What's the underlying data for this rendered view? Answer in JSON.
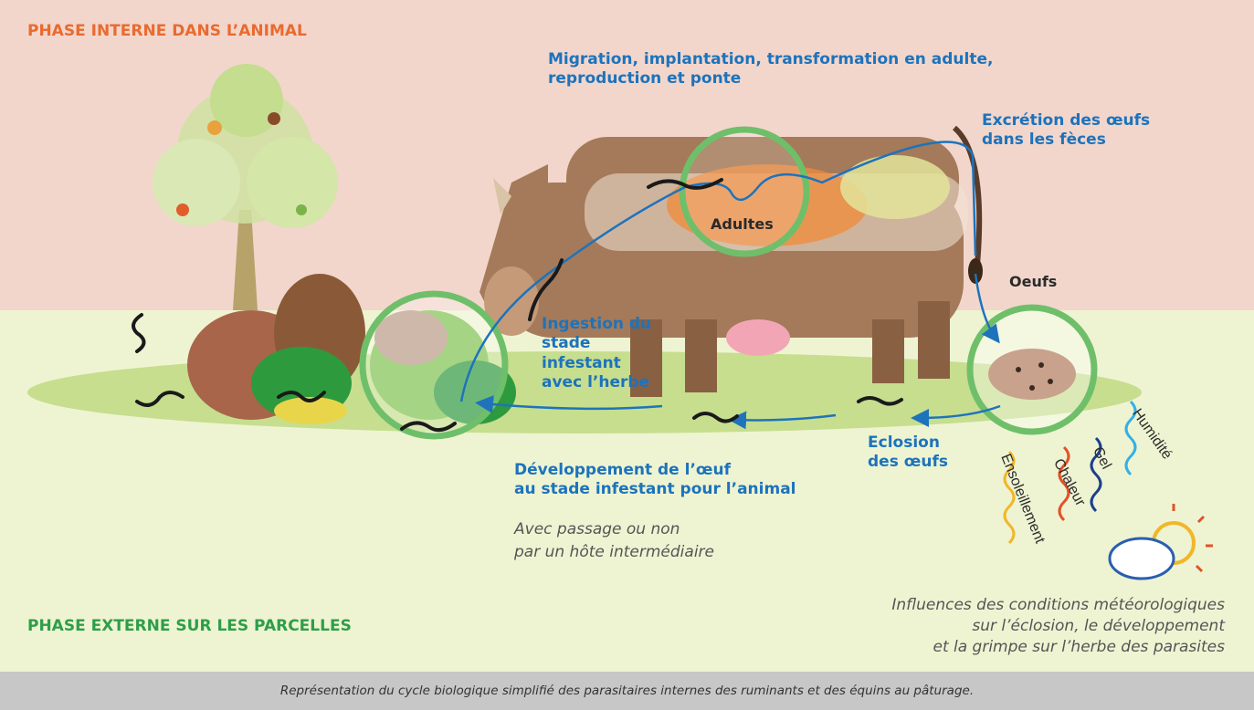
{
  "phases": {
    "internal": "PHASE INTERNE DANS L’ANIMAL",
    "external": "PHASE EXTERNE SUR LES PARCELLES"
  },
  "steps": {
    "migration_line1": "Migration, implantation, transformation en adulte,",
    "migration_line2": "reproduction et ponte",
    "excretion_line1": "Excrétion des œufs",
    "excretion_line2": "dans les fèces",
    "ingestion_line1": "Ingestion du",
    "ingestion_line2": "stade",
    "ingestion_line3": "infestant",
    "ingestion_line4": "avec l’herbe",
    "hatching_line1": "Eclosion",
    "hatching_line2": "des œufs",
    "development_line1": "Développement de l’œuf",
    "development_line2": "au stade infestant pour l’animal",
    "host_line1": "Avec passage ou non",
    "host_line2": "par un hôte intermédiaire"
  },
  "stage_labels": {
    "adults": "Adultes",
    "eggs": "Oeufs"
  },
  "weather": {
    "sun": "Ensoleillement",
    "heat": "Chaleur",
    "frost": "Gel",
    "humidity": "Humidité",
    "note_line1": "Influences des conditions météorologiques",
    "note_line2": "sur l’éclosion, le développement",
    "note_line3": "et la grimpe sur l’herbe des parasites"
  },
  "footer": "Représentation du cycle biologique simplifié des parasitaires internes des ruminants et des équins au pâturage.",
  "colors": {
    "internal_bg": "#f2d6cc",
    "external_bg": "#eef4d2",
    "arrow_blue": "#1d73bc",
    "circle_green": "#6fbf6a",
    "cow_brown": "#a47a5a"
  }
}
